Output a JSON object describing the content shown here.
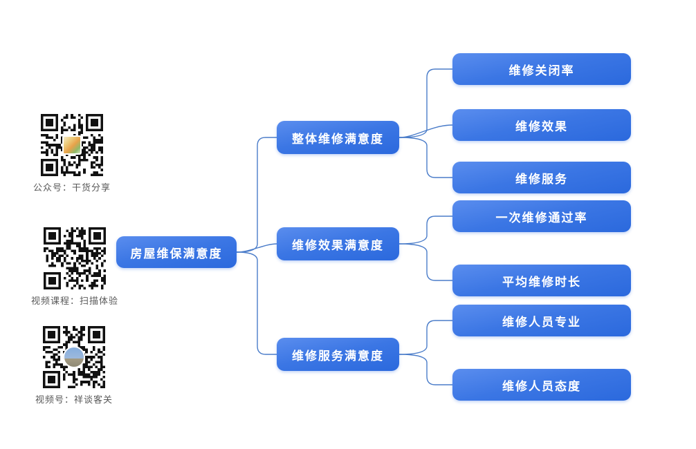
{
  "diagram": {
    "root": {
      "label": "房屋维保满意度"
    },
    "branches": [
      {
        "label": "整体维修满意度",
        "children": [
          {
            "label": "维修关闭率"
          },
          {
            "label": "维修效果"
          },
          {
            "label": "维修服务"
          }
        ]
      },
      {
        "label": "维修效果满意度",
        "children": [
          {
            "label": "一次维修通过率"
          },
          {
            "label": "平均维修时长"
          }
        ]
      },
      {
        "label": "维修服务满意度",
        "children": [
          {
            "label": "维修人员专业"
          },
          {
            "label": "维修人员态度"
          }
        ]
      }
    ]
  },
  "watermarks": [
    {
      "label": "公众号：干货分享",
      "logo": "photo-square"
    },
    {
      "label": "视频课程：扫描体验",
      "logo": "none"
    },
    {
      "label": "视频号：祥谈客关",
      "logo": "photo-circle"
    }
  ],
  "colors": {
    "node_gradient_top": "#5a8dee",
    "node_gradient_bottom": "#2b69dd",
    "node_text": "#ffffff",
    "connector": "#4a7cc9",
    "qr_label_text": "#595959",
    "background": "#ffffff"
  }
}
